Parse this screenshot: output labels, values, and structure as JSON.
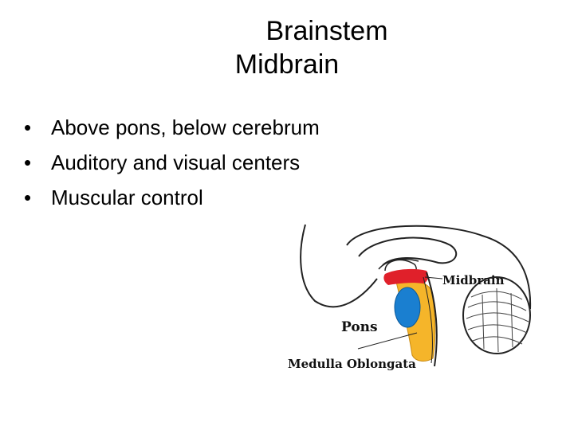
{
  "slide": {
    "title_line1": "Brainstem",
    "title_line2": "Midbrain",
    "bullets": [
      "Above pons, below cerebrum",
      "Auditory and visual centers",
      "Muscular control"
    ],
    "bullet_glyph": "•"
  },
  "diagram": {
    "labels": {
      "midbrain": "Midbrain",
      "pons": "Pons",
      "medulla": "Medulla Oblongata"
    },
    "colors": {
      "midbrain": "#e0202a",
      "pons": "#1a7fd0",
      "medulla": "#f5b52a",
      "outline": "#222222"
    }
  }
}
